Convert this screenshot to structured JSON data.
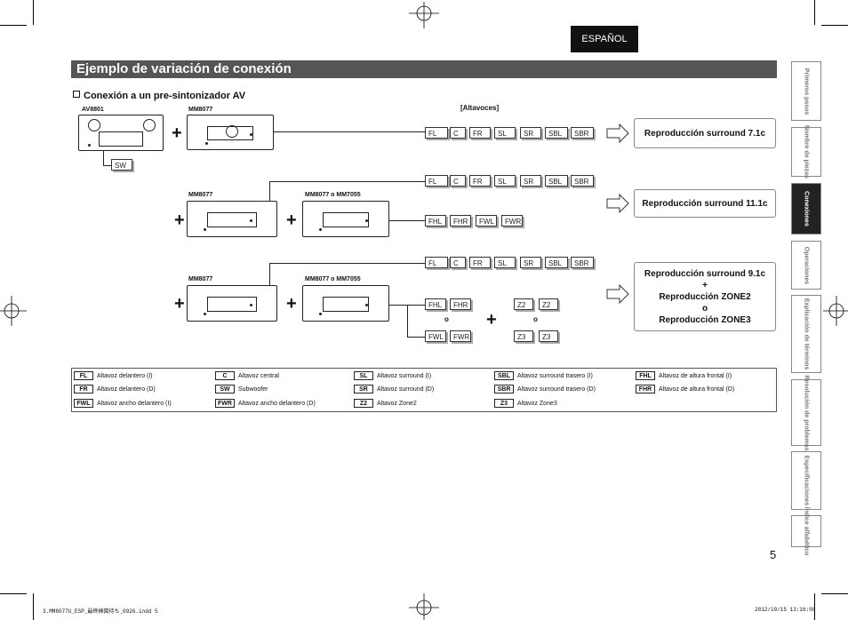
{
  "language": "ESPAÑOL",
  "title": "Ejemplo de variación de conexión",
  "subtitle": "Conexión a un pre-sintonizador AV",
  "speakers_header": "[Altavoces]",
  "devices": {
    "av8801": "AV8801",
    "mm8077_a": "MM8077",
    "mm8077_b": "MM8077",
    "mm8077_mm7055_b": "MM8077 o MM7055",
    "mm8077_c": "MM8077",
    "mm8077_mm7055_c": "MM8077 o MM7055",
    "sw": "SW"
  },
  "row1_speakers": [
    "FL",
    "C",
    "FR",
    "SL",
    "SR",
    "SBL",
    "SBR"
  ],
  "row2_speakers": [
    "FL",
    "C",
    "FR",
    "SL",
    "SR",
    "SBL",
    "SBR"
  ],
  "row2_extra": [
    "FHL",
    "FHR",
    "FWL",
    "FWR"
  ],
  "row3_speakers": [
    "FL",
    "C",
    "FR",
    "SL",
    "SR",
    "SBL",
    "SBR"
  ],
  "row3_height": [
    "FHL",
    "FHR"
  ],
  "row3_or_1": "o",
  "row3_wide": [
    "FWL",
    "FWR"
  ],
  "row3_zone2": [
    "Z2",
    "Z2"
  ],
  "row3_or_2": "o",
  "row3_zone3": [
    "Z3",
    "Z3"
  ],
  "plus": "+",
  "results": {
    "r1": "Reproducción surround 7.1c",
    "r2": "Reproducción surround 11.1c",
    "r3_line1": "Reproducción surround 9.1c",
    "r3_line2": "+",
    "r3_line3": "Reproducción ZONE2",
    "r3_line4": "o",
    "r3_line5": "Reproducción ZONE3"
  },
  "legend": [
    {
      "code": "FL",
      "text": "Altavoz delantero (I)"
    },
    {
      "code": "C",
      "text": "Altavoz central"
    },
    {
      "code": "SL",
      "text": "Altavoz surround (I)"
    },
    {
      "code": "SBL",
      "text": "Altavoz surround trasero (I)"
    },
    {
      "code": "FHL",
      "text": "Altavoz de altura frontal (I)"
    },
    {
      "code": "FR",
      "text": "Altavoz delantero (D)"
    },
    {
      "code": "SW",
      "text": "Subwoofer"
    },
    {
      "code": "SR",
      "text": "Altavoz surround (D)"
    },
    {
      "code": "SBR",
      "text": "Altavoz surround trasero (D)"
    },
    {
      "code": "FHR",
      "text": "Altavoz de altura frontal (D)"
    },
    {
      "code": "FWL",
      "text": "Altavoz ancho delantero (I)"
    },
    {
      "code": "FWR",
      "text": "Altavoz ancho delantero (D)"
    },
    {
      "code": "Z2",
      "text": "Altavoz Zone2"
    },
    {
      "code": "Z3",
      "text": "Altavoz Zone3"
    }
  ],
  "side_tabs": [
    {
      "label": "Primeros pasos",
      "active": false
    },
    {
      "label": "Nombre de piezas",
      "active": false
    },
    {
      "label": "Conexiones",
      "active": true
    },
    {
      "label": "Operaciones",
      "active": false
    },
    {
      "label": "Explicación de términos",
      "active": false
    },
    {
      "label": "Resolución de problemas",
      "active": false
    },
    {
      "label": "Especificaciones",
      "active": false
    },
    {
      "label": "Índice alfabético",
      "active": false
    }
  ],
  "page_number": "5",
  "footer_left": "3.MM8077U_ESP_最終検図待ち_0926.indd   5",
  "footer_right": "2012/10/15   13:16:08"
}
